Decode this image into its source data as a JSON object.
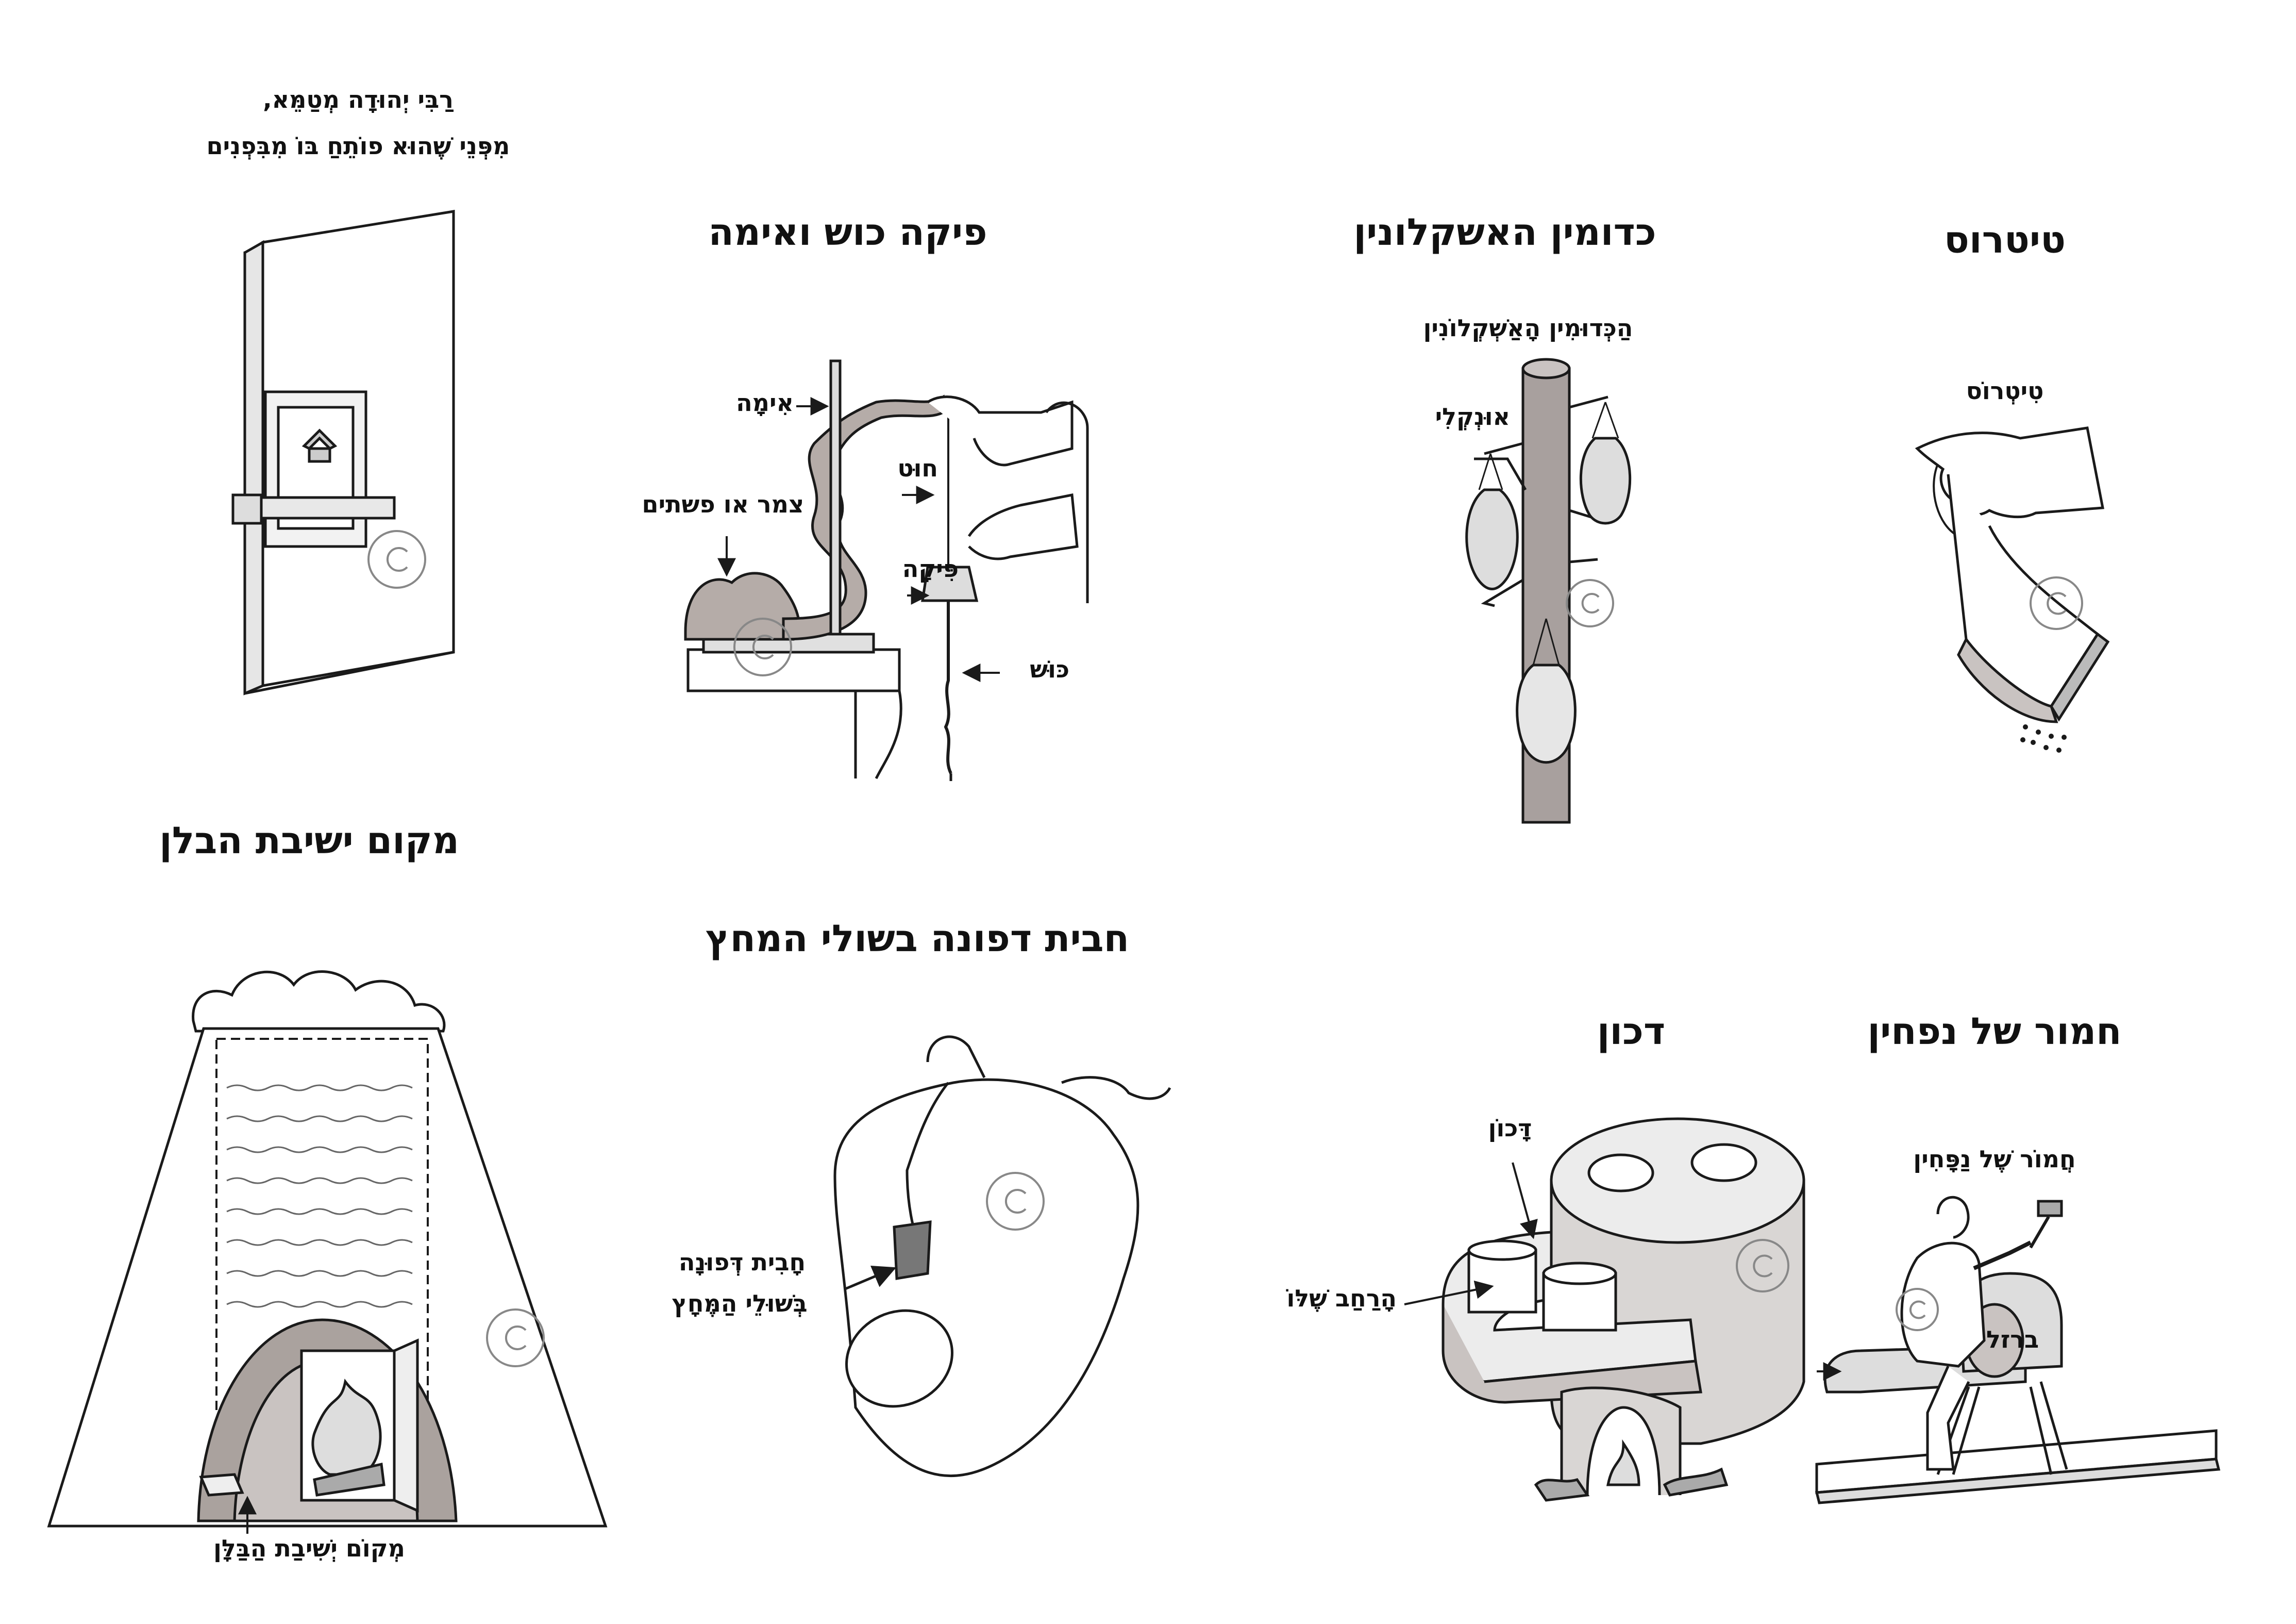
{
  "colors": {
    "ink": "#1a1a1a",
    "pole": "#a8a09e",
    "smoke": "#b5aca8",
    "dome": "#aaa29e",
    "stove": "#d9d6d4"
  },
  "panels": {
    "titros": {
      "title": "טיטרוס",
      "label": "טִיטְרוֹס"
    },
    "kedumin": {
      "title": "כדומין האשקלונין",
      "label_pole": "הַכְּדוּמִין הָאַשְׁקְלוֹנִין",
      "label_hook": "אוּנְקְלִי"
    },
    "pika": {
      "title": "פיקה כוש ואימה",
      "label_ima": "אִימָה",
      "label_tzemer": "צמר או פשתים",
      "label_chut": "חוּט",
      "label_pika": "פִּיקָה",
      "label_kush": "כּוּשׁ"
    },
    "oven_door": {
      "quote_line1": "רַבִּי יְהוּדָה מְטַמֵּא,",
      "quote_line2": "מִפְּנֵי שֶׁהוּא פוֹתֵחַ בּוֹ מִבִּפְנִים"
    },
    "chamor": {
      "title": "חמור של נפחין",
      "label": "חֲמוֹר שֶׁל נַפָּחִין",
      "label_iron": "ברזל"
    },
    "dukhan": {
      "title": "דכון",
      "label": "דָּכוֹן",
      "label_shelf": "הָרַחַב שֶׁלּוֹ"
    },
    "chavit": {
      "title": "חבית דפונה בשולי המחץ",
      "label_line1": "חָבִית דְּפוּנָה",
      "label_line2": "בְּשׁוּלֵי הַמֶּחָץ"
    },
    "balan": {
      "title": "מקום ישיבת הבלן",
      "label": "מְקוֹם יְשִׁיבַת הַבַּלָּן"
    }
  }
}
